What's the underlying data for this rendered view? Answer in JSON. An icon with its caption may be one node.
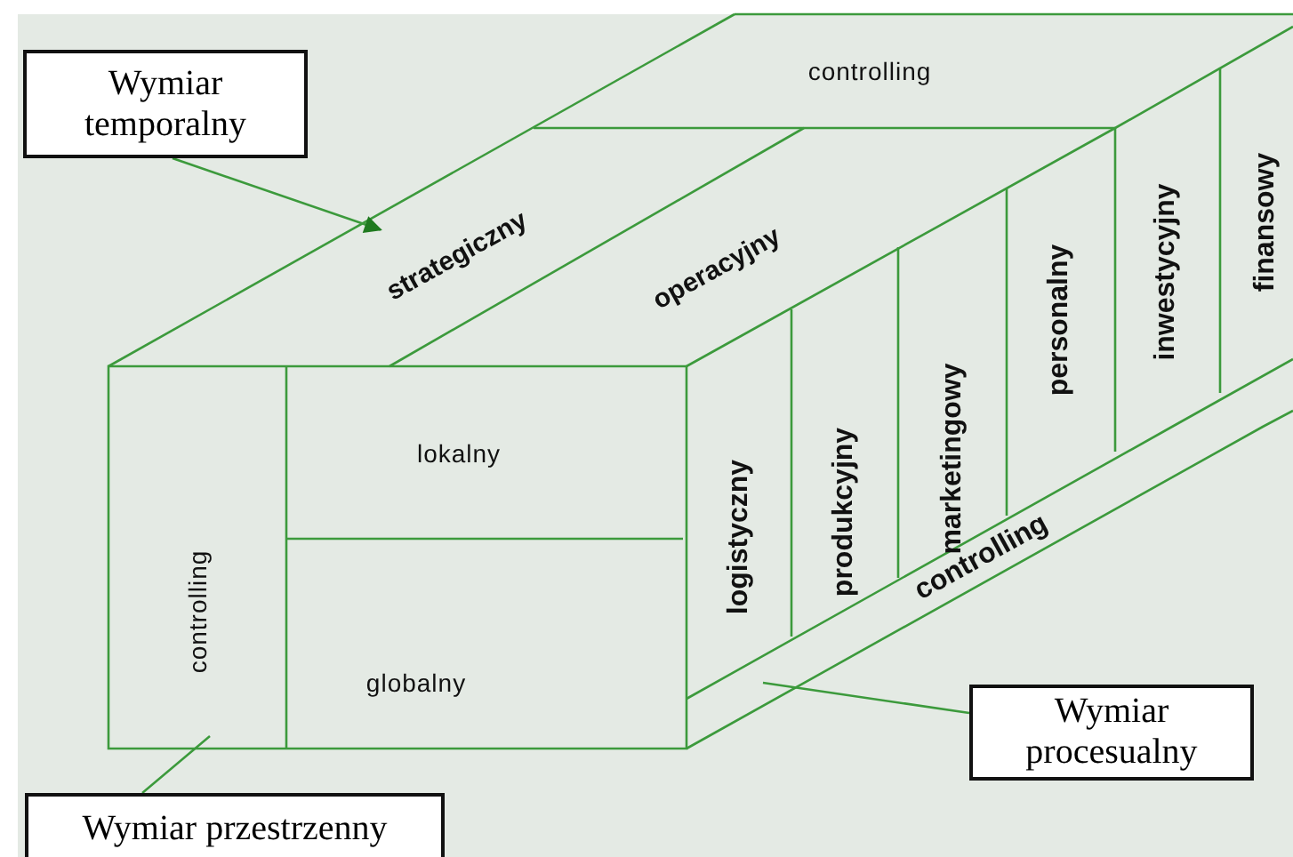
{
  "diagram": {
    "nodes": [
      {
        "text": [
          "Wymiar temporalny"
        ]
      },
      {
        "text": [
          "Wymiar procesualny"
        ]
      },
      {
        "text": [
          "Wymiar przestrzenny"
        ]
      },
      {
        "text": [
          "strategiczny"
        ]
      }
    ],
    "edges": [
      {
        "from": 0,
        "to": 3,
        "arrow": "to"
      },
      {
        "from": 1,
        "to": null,
        "arrow": "none"
      },
      {
        "from": 2,
        "to": null,
        "arrow": "none"
      }
    ],
    "labels": [
      "controlling",
      "operacyjny",
      "lokalny",
      "controlling",
      "globalny",
      "logistyczny",
      "produkcyjny",
      "marketingowy",
      "personalny",
      "inwestycyjny",
      "finansowy",
      "controlling"
    ]
  }
}
